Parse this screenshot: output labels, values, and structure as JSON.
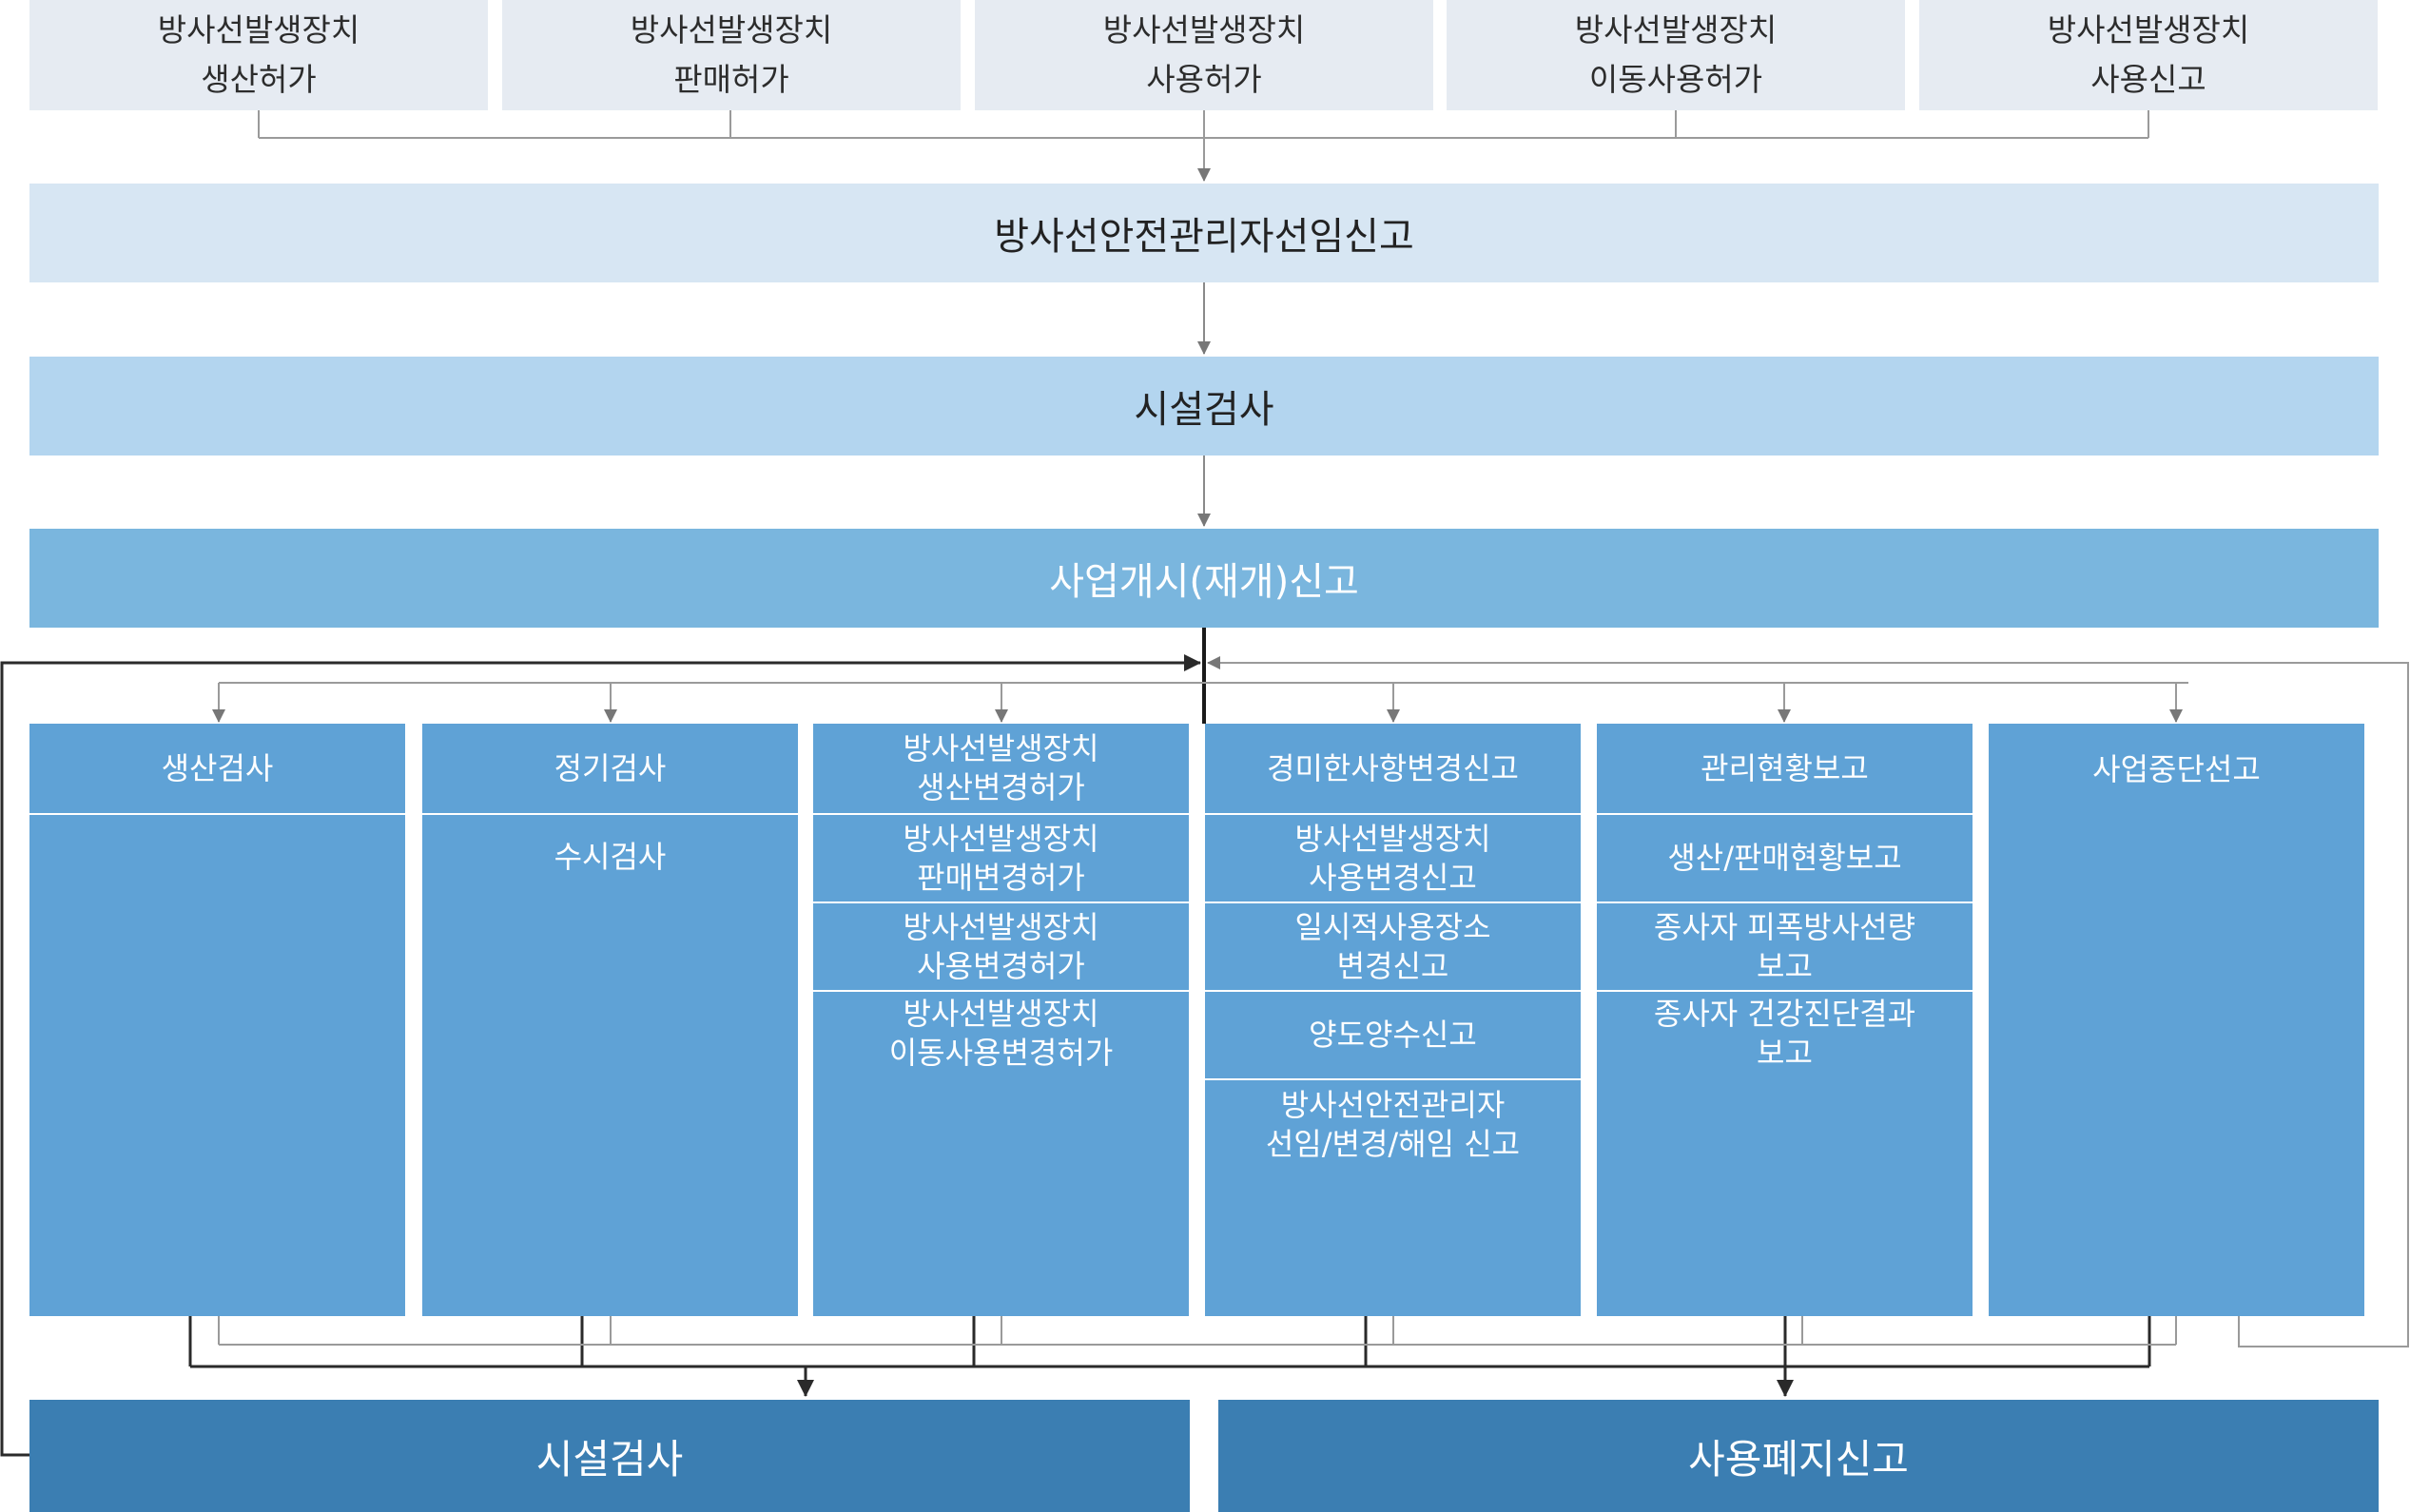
{
  "top_boxes": [
    {
      "line1": "방사선발생장치",
      "line2": "생산허가"
    },
    {
      "line1": "방사선발생장치",
      "line2": "판매허가"
    },
    {
      "line1": "방사선발생장치",
      "line2": "사용허가"
    },
    {
      "line1": "방사선발생장치",
      "line2": "이동사용허가"
    },
    {
      "line1": "방사선발생장치",
      "line2": "사용신고"
    }
  ],
  "step1": "방사선안전관리자선임신고",
  "step2": "시설검사",
  "step3": "사업개시(재개)신고",
  "columns": [
    {
      "header": [
        "생산검사"
      ],
      "items": []
    },
    {
      "header": [
        "정기검사"
      ],
      "items": [
        [
          "수시검사"
        ]
      ]
    },
    {
      "header": [
        "방사선발생장치",
        "생산변경허가"
      ],
      "items": [
        [
          "방사선발생장치",
          "판매변경허가"
        ],
        [
          "방사선발생장치",
          "사용변경허가"
        ],
        [
          "방사선발생장치",
          "이동사용변경허가"
        ]
      ]
    },
    {
      "header": [
        "경미한사항변경신고"
      ],
      "items": [
        [
          "방사선발생장치",
          "사용변경신고"
        ],
        [
          "일시적사용장소",
          "변경신고"
        ],
        [
          "양도양수신고"
        ],
        [
          "방사선안전관리자",
          "선임/변경/해임 신고"
        ]
      ]
    },
    {
      "header": [
        "관리현황보고"
      ],
      "items": [
        [
          "생산/판매현황보고"
        ],
        [
          "종사자 피폭방사선량",
          "보고"
        ],
        [
          "종사자 건강진단결과",
          "보고"
        ]
      ]
    },
    {
      "header": [
        "사업중단선고"
      ],
      "items": []
    }
  ],
  "bottom_left": "시설검사",
  "bottom_right": "사용폐지신고",
  "colors": {
    "top_box": "#e6ebf2",
    "step1": "#d7e6f3",
    "step2": "#b3d5ef",
    "step3": "#7ab6de",
    "column": "#5fa2d6",
    "bottom": "#3b7eb2",
    "connector_dark": "#2a2a2a",
    "connector_light": "#9a9a9a"
  }
}
